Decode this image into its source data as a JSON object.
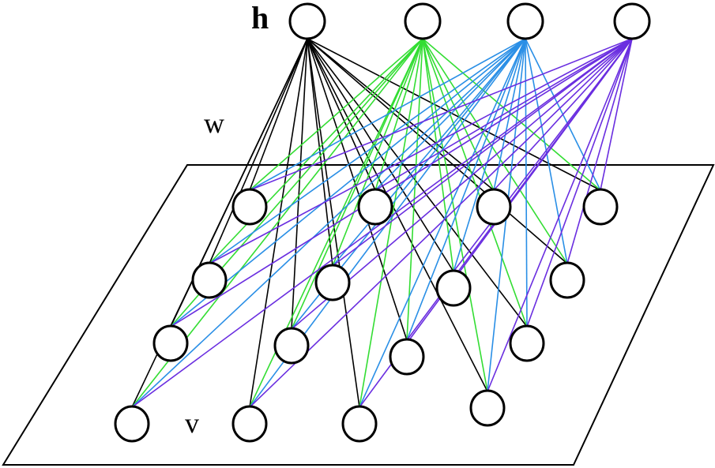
{
  "labels": {
    "hidden": "h",
    "weights": "w",
    "visible": "v"
  },
  "colors": {
    "background": "#ffffff",
    "stroke": "#000000",
    "edges": [
      "#000000",
      "#33dd33",
      "#2a8fe6",
      "#6a2ee0"
    ]
  }
}
